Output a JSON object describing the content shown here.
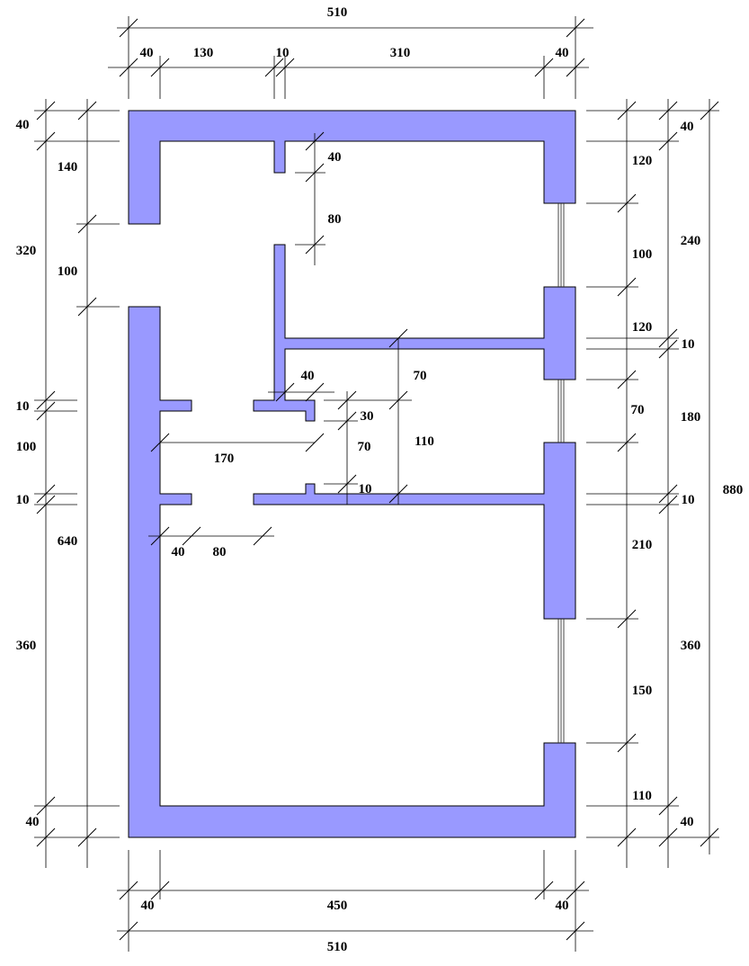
{
  "plan": {
    "wall_color": "#9999ff",
    "top_dims": {
      "overall": "510",
      "left_wall": "40",
      "span_a": "130",
      "partition": "10",
      "span_b": "310",
      "right_wall": "40"
    },
    "bottom_dims": {
      "left_wall": "40",
      "span": "450",
      "right_wall": "40",
      "overall": "510"
    },
    "left_dims": {
      "top_wall": "40",
      "upper_wall": "140",
      "door_opening": "100",
      "outer_upper": "320",
      "partition_1": "10",
      "doorway": "100",
      "partition_2": "10",
      "lower_span": "640",
      "lower_room": "360",
      "bottom_wall": "40"
    },
    "right_dims": {
      "top_wall": "40",
      "pier_1": "120",
      "window_1": "100",
      "pier_2": "120",
      "partition_1": "10",
      "window_2": "70",
      "pier_3": "210",
      "partition_2": "10",
      "window_3": "150",
      "pier_4": "110",
      "bottom_wall": "40",
      "room_1": "240",
      "room_2": "180",
      "room_3": "360",
      "overall": "880"
    },
    "interior_dims": {
      "stub_width": "40",
      "door_gap": "80",
      "fin_width": "40",
      "corridor_width": "170",
      "stub_depth": "30",
      "closet_depth": "70",
      "stub_gap": "70",
      "bath_depth": "110",
      "stub_thickness": "10",
      "door_jamb": "40",
      "door_width": "80"
    }
  }
}
